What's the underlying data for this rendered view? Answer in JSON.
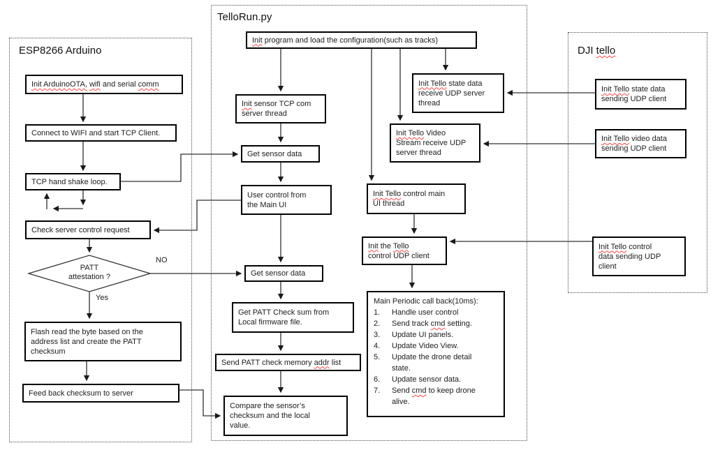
{
  "colors": {
    "squiggle_red": "#ff4444",
    "box_border": "#000000",
    "connector": "#303030"
  },
  "panels": {
    "esp": {
      "title": "ESP8266 Arduino"
    },
    "tello_run": {
      "title": "TelloRun.py"
    },
    "dji": {
      "title_segments": [
        {
          "t": "DJI "
        },
        {
          "t": "tello",
          "sp": true
        }
      ]
    }
  },
  "edge_labels": {
    "no": "NO",
    "yes": "Yes"
  },
  "nodes": {
    "init_ota": {
      "segments": [
        {
          "t": "Init ArduinoOTA,",
          "sp": true
        },
        {
          "t": " "
        },
        {
          "t": "wifi",
          "sp": true
        },
        {
          "t": " and serial "
        },
        {
          "t": "comm",
          "sp": true
        }
      ]
    },
    "connect_wifi": {
      "segments": [
        {
          "t": "Connect to WIFI and start TCP Client."
        }
      ]
    },
    "tcp_handshake": {
      "segments": [
        {
          "t": "TCP hand shake loop."
        }
      ]
    },
    "check_server": {
      "segments": [
        {
          "t": "Check server control request"
        }
      ]
    },
    "patt_decision": {
      "segments": [
        {
          "t": "PATT"
        },
        {
          "br": true
        },
        {
          "t": "attestation ?"
        }
      ]
    },
    "flash_read": {
      "segments": [
        {
          "t": "Flash read the byte based on the"
        },
        {
          "br": true
        },
        {
          "t": "address list and create the PATT"
        },
        {
          "br": true
        },
        {
          "t": "checksum"
        }
      ]
    },
    "feedback_checksum": {
      "segments": [
        {
          "t": "Feed back checksum to server"
        }
      ]
    },
    "init_program": {
      "segments": [
        {
          "t": "Init",
          "sp": true
        },
        {
          "t": " program and load the configuration(such as tracks)"
        }
      ]
    },
    "init_sensor_tcp": {
      "segments": [
        {
          "t": "Init",
          "sp": true
        },
        {
          "t": " sensor TCP com"
        },
        {
          "br": true
        },
        {
          "t": "server thread"
        }
      ]
    },
    "get_sensor_data_1": {
      "segments": [
        {
          "t": "Get sensor data"
        }
      ]
    },
    "user_control": {
      "segments": [
        {
          "t": "User control from"
        },
        {
          "br": true
        },
        {
          "t": "the Main UI"
        }
      ]
    },
    "get_sensor_data_2": {
      "segments": [
        {
          "t": "Get sensor data"
        }
      ]
    },
    "get_patt_checksum": {
      "segments": [
        {
          "t": "Get PATT Check sum from"
        },
        {
          "br": true
        },
        {
          "t": "Local firmware file."
        }
      ]
    },
    "send_patt_addr": {
      "segments": [
        {
          "t": "Send PATT check memory "
        },
        {
          "t": "addr",
          "sp": true
        },
        {
          "t": " list"
        }
      ]
    },
    "compare_checksum": {
      "segments": [
        {
          "t": "Compare the sensor’s"
        },
        {
          "br": true
        },
        {
          "t": "checksum and the local"
        },
        {
          "br": true
        },
        {
          "t": "value."
        }
      ]
    },
    "state_receive": {
      "segments": [
        {
          "t": "Init Tello",
          "sp": true
        },
        {
          "t": " state data"
        },
        {
          "br": true
        },
        {
          "t": "receive UDP server"
        },
        {
          "br": true
        },
        {
          "t": "thread"
        }
      ]
    },
    "video_receive": {
      "segments": [
        {
          "t": "Init Tello",
          "sp": true
        },
        {
          "t": " Video"
        },
        {
          "br": true
        },
        {
          "t": "Stream receive UDP"
        },
        {
          "br": true
        },
        {
          "t": "server thread"
        }
      ]
    },
    "ui_thread": {
      "segments": [
        {
          "t": "Init Tello",
          "sp": true
        },
        {
          "t": " control main"
        },
        {
          "br": true
        },
        {
          "t": "UI thread"
        }
      ]
    },
    "control_udp": {
      "segments": [
        {
          "t": "Init",
          "sp": true
        },
        {
          "t": " the "
        },
        {
          "t": "Tello",
          "sp": true
        },
        {
          "br": true
        },
        {
          "t": "control UDP client"
        }
      ]
    },
    "periodic": {
      "title": "Main Periodic call back(10ms):",
      "items": [
        {
          "n": "1.",
          "segments": [
            {
              "t": "Handle user control"
            }
          ]
        },
        {
          "n": "2.",
          "segments": [
            {
              "t": "Send track "
            },
            {
              "t": "cmd",
              "sp": true
            },
            {
              "t": " setting."
            }
          ]
        },
        {
          "n": "3.",
          "segments": [
            {
              "t": "Update UI panels."
            }
          ]
        },
        {
          "n": "4.",
          "segments": [
            {
              "t": "Update Video View."
            }
          ]
        },
        {
          "n": "5.",
          "segments": [
            {
              "t": "Update the drone detail"
            },
            {
              "br": true
            },
            {
              "t": "state."
            }
          ]
        },
        {
          "n": "6.",
          "segments": [
            {
              "t": "Update sensor data."
            }
          ]
        },
        {
          "n": "7.",
          "segments": [
            {
              "t": "Send "
            },
            {
              "t": "cmd",
              "sp": true
            },
            {
              "t": " to keep drone"
            },
            {
              "br": true
            },
            {
              "t": "alive."
            }
          ]
        }
      ]
    },
    "state_sending": {
      "segments": [
        {
          "t": "Init Tello",
          "sp": true
        },
        {
          "t": " state data"
        },
        {
          "br": true
        },
        {
          "t": "sending UDP client"
        }
      ]
    },
    "video_sending": {
      "segments": [
        {
          "t": "Init Tello",
          "sp": true
        },
        {
          "t": " video data"
        },
        {
          "br": true
        },
        {
          "t": "sending UDP client"
        }
      ]
    },
    "control_sending": {
      "segments": [
        {
          "t": "Init Tello",
          "sp": true
        },
        {
          "t": " control"
        },
        {
          "br": true
        },
        {
          "t": "data sending UDP"
        },
        {
          "br": true
        },
        {
          "t": "client"
        }
      ]
    }
  }
}
